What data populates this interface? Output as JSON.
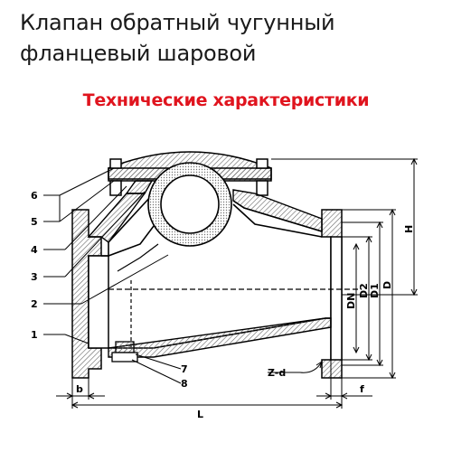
{
  "title_line1": "Клапан обратный чугунный",
  "title_line2": "фланцевый шаровой",
  "subtitle": "Технические характеристики",
  "callouts": [
    "6",
    "5",
    "4",
    "3",
    "2",
    "1",
    "7",
    "8"
  ],
  "dimensions": {
    "DN": "DN",
    "D2": "D2",
    "D1": "D1",
    "D": "D",
    "H": "H",
    "b": "b",
    "f": "f",
    "L": "L",
    "Zd": "Z-d"
  },
  "colors": {
    "title": "#1a1a1a",
    "subtitle": "#e0141e",
    "line": "#000000",
    "hatch": "#555555"
  }
}
